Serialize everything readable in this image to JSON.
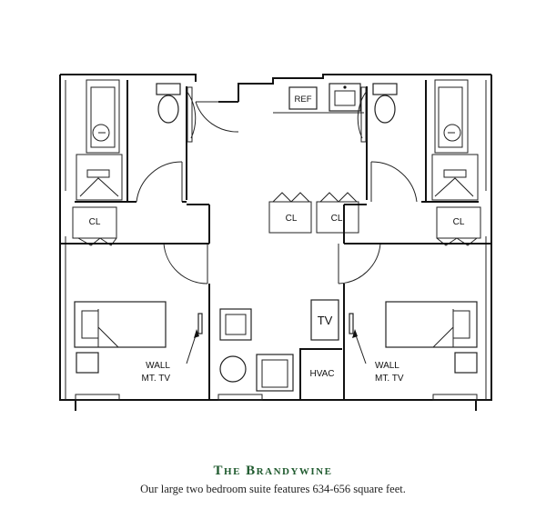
{
  "plan": {
    "labels": {
      "ref": "REF",
      "closet": "CL",
      "tv": "TV",
      "hvac": "HVAC",
      "wall_tv_line1": "WALL",
      "wall_tv_line2": "MT. TV"
    }
  },
  "caption": {
    "title": "The Brandywine",
    "subtitle": "Our large two bedroom suite features 634-656 square feet."
  }
}
